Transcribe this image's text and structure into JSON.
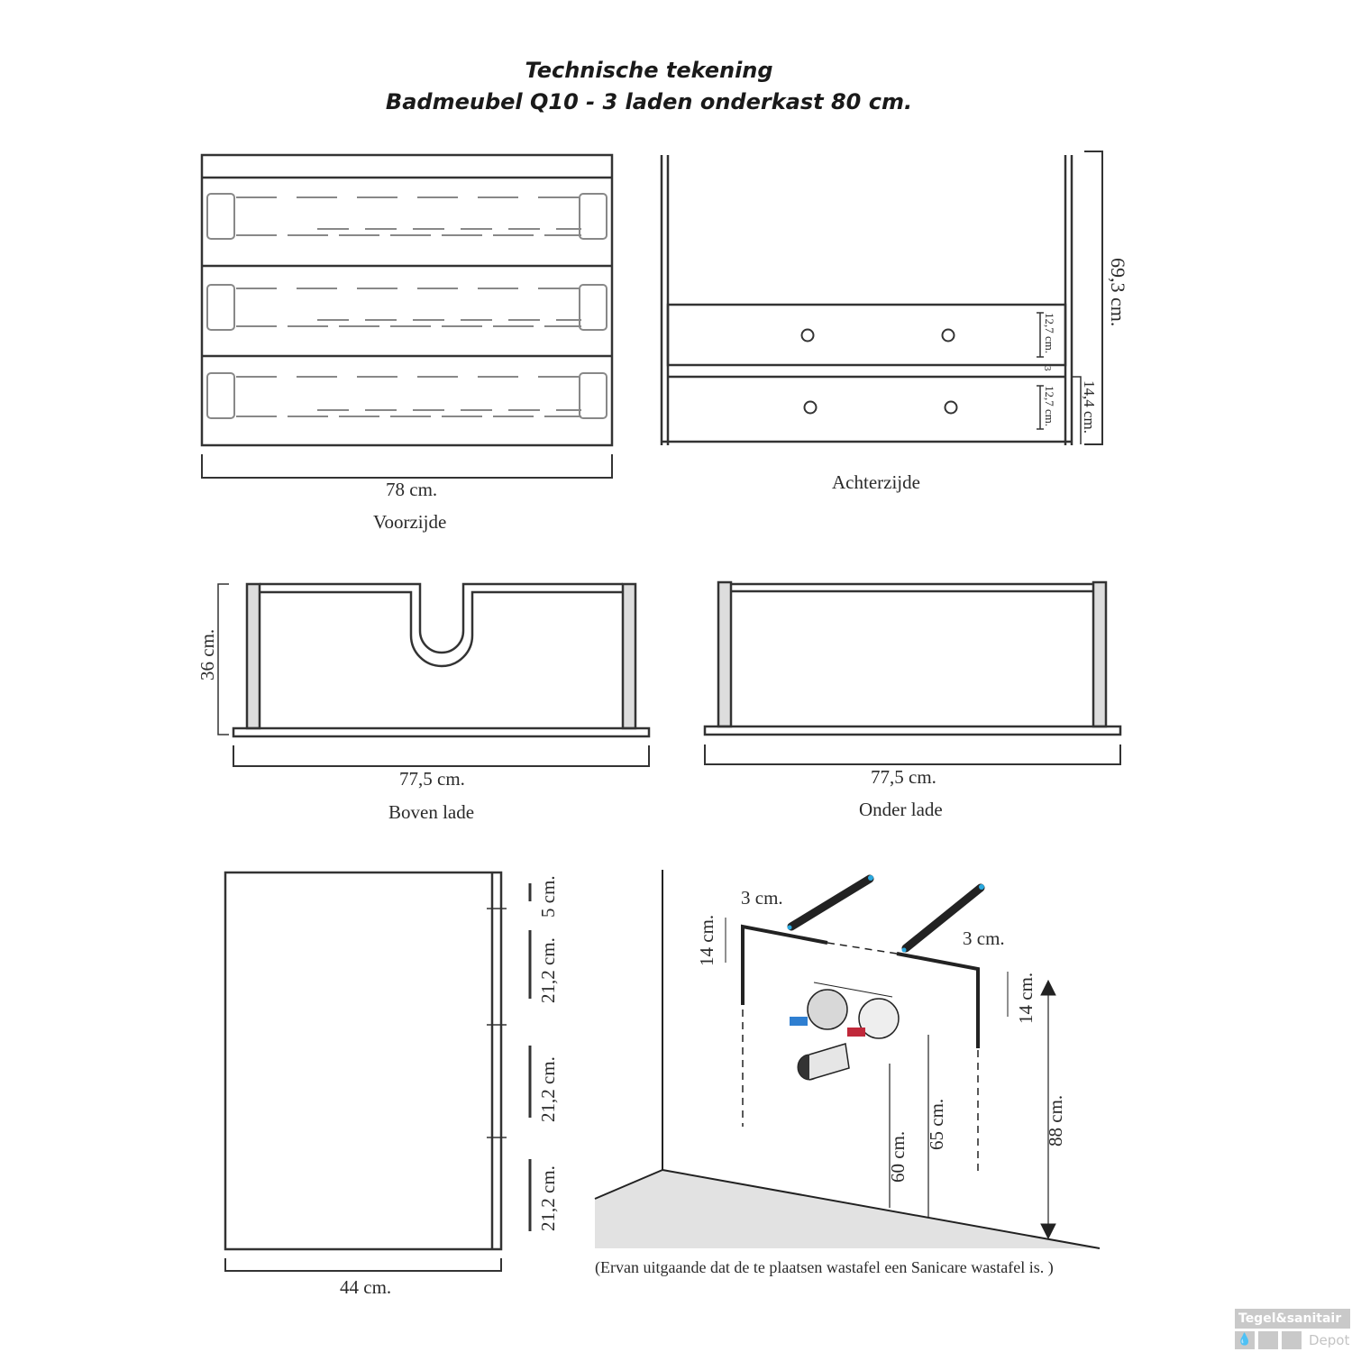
{
  "header": {
    "title_line1": "Technische tekening",
    "title_line2": "Badmeubel Q10 - 3 laden onderkast 80 cm."
  },
  "views": {
    "front": {
      "name": "Voorzijde",
      "width": "78 cm.",
      "drawers": 3
    },
    "back": {
      "name": "Achterzijde",
      "total_height": "69,3 cm.",
      "panel_height_1": "12,7 cm.",
      "gap": "3",
      "panel_height_2": "12,7 cm.",
      "bottom_height": "14,4 cm."
    },
    "top_drawer": {
      "name": "Boven lade",
      "width": "77,5 cm.",
      "height": "36 cm."
    },
    "bottom_drawer": {
      "name": "Onder lade",
      "width": "77,5 cm."
    },
    "side": {
      "depth": "44 cm.",
      "segments": [
        "5 cm.",
        "21,2 cm.",
        "21,2 cm.",
        "21,2 cm."
      ]
    },
    "installation": {
      "offset_left": "3 cm.",
      "offset_right": "3 cm.",
      "drop_left": "14 cm.",
      "drop_right": "14 cm.",
      "drain_height": "60 cm.",
      "valves_height": "65 cm.",
      "top_height": "88 cm.",
      "note": "(Ervan uitgaande dat de te plaatsen wastafel een Sanicare wastafel is. )",
      "valve_colors": {
        "cold": "#2f7fd1",
        "hot": "#c0283a"
      },
      "pen_tip_color": "#2aa9e0"
    }
  },
  "watermark": {
    "line1": "Tegel&sanitair",
    "line2": "Depot",
    "icon": "water-drop-icon"
  }
}
